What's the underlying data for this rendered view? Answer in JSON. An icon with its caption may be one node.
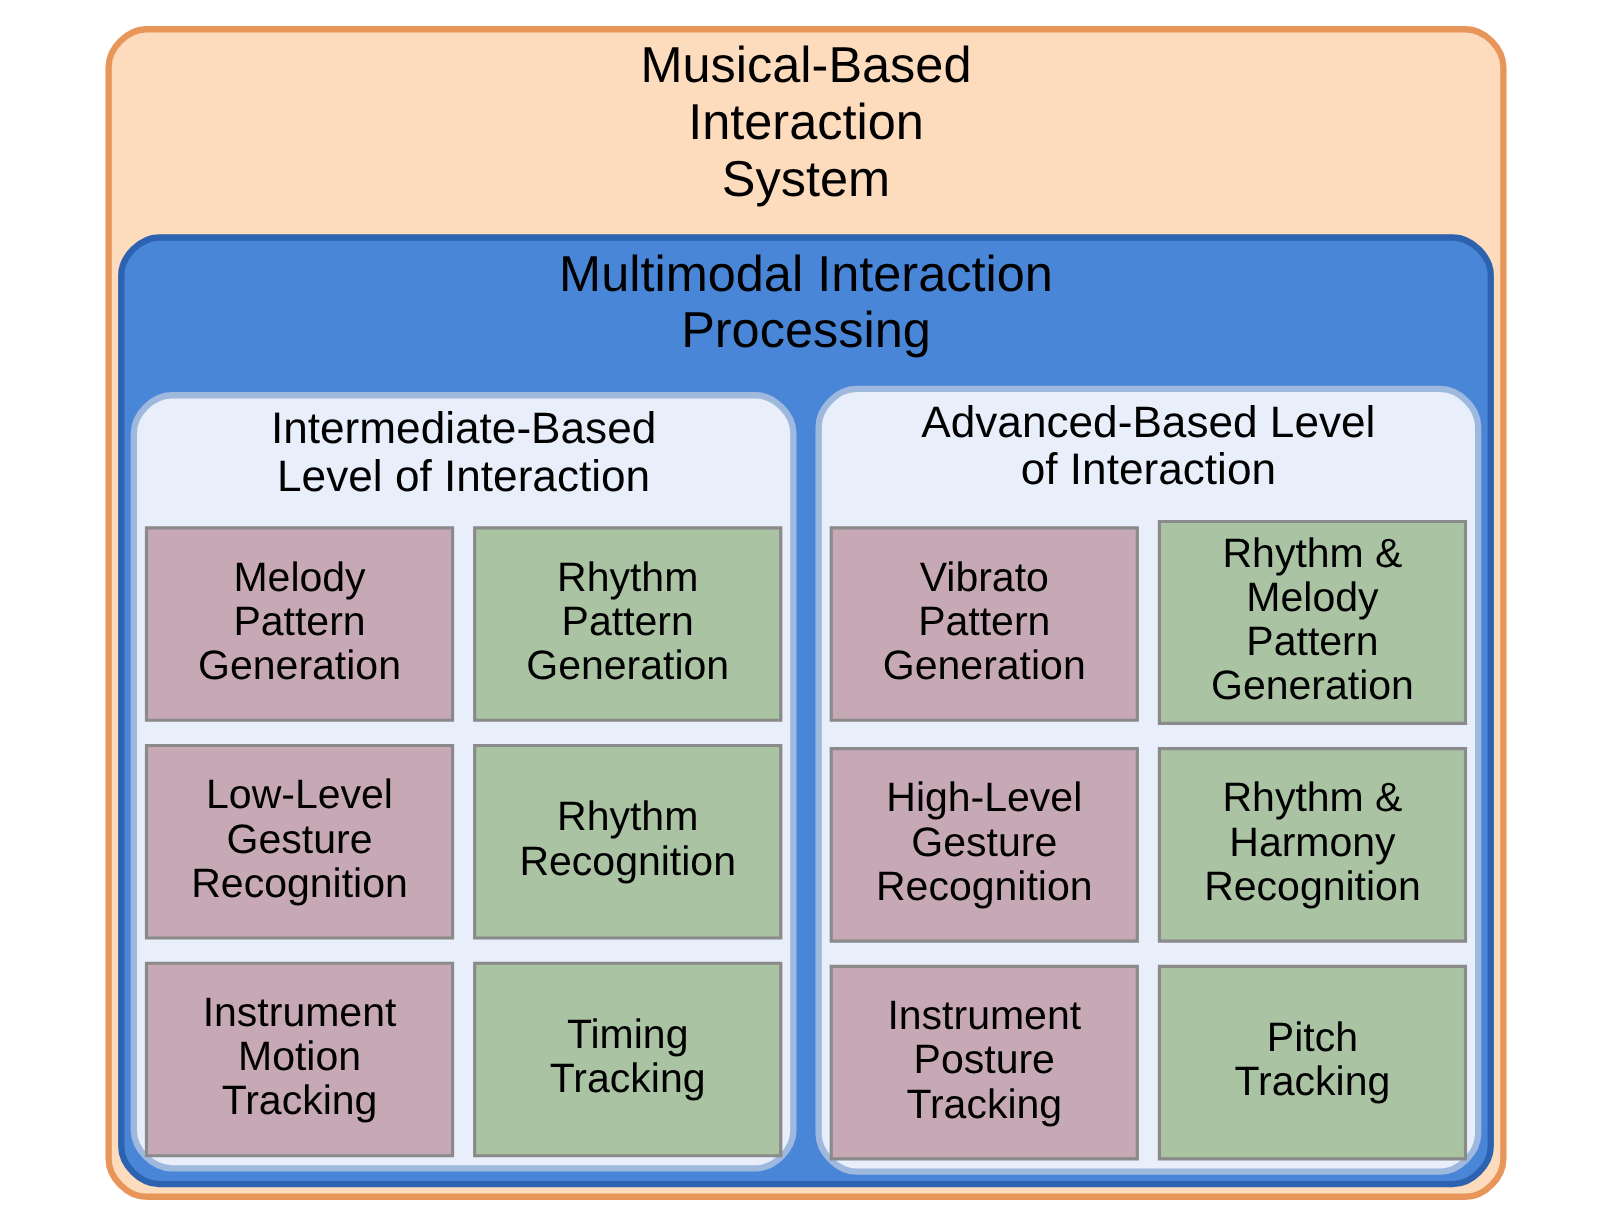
{
  "diagram": {
    "nodes": [
      {
        "text": [
          "Musical-Based Interaction System"
        ]
      },
      {
        "text": [
          "Multimodal Interaction Processing"
        ],
        "in": 0
      },
      {
        "text": [
          "Intermediate-Based Level of Interaction"
        ],
        "in": 1
      },
      {
        "text": [
          "Melody Pattern Generation"
        ],
        "in": 2
      },
      {
        "text": [
          "Rhythm Pattern Generation"
        ],
        "in": 2
      },
      {
        "text": [
          "Low-Level Gesture Recognition"
        ],
        "in": 2
      },
      {
        "text": [
          "Rhythm Recognition"
        ],
        "in": 2
      },
      {
        "text": [
          "Instrument Motion Tracking"
        ],
        "in": 2
      },
      {
        "text": [
          "Timing Tracking"
        ],
        "in": 2
      },
      {
        "text": [
          "Advanced-Based Level of Interaction"
        ],
        "in": 1
      },
      {
        "text": [
          "Vibrato Pattern Generation"
        ],
        "in": 9
      },
      {
        "text": [
          "Rhythm & Melody Pattern Generation"
        ],
        "in": 9
      },
      {
        "text": [
          "High-Level Gesture Recognition"
        ],
        "in": 9
      },
      {
        "text": [
          "Rhythm & Harmony Recognition"
        ],
        "in": 9
      },
      {
        "text": [
          "Instrument Posture Tracking"
        ],
        "in": 9
      },
      {
        "text": [
          "Pitch Tracking"
        ],
        "in": 9
      }
    ],
    "edges": []
  }
}
